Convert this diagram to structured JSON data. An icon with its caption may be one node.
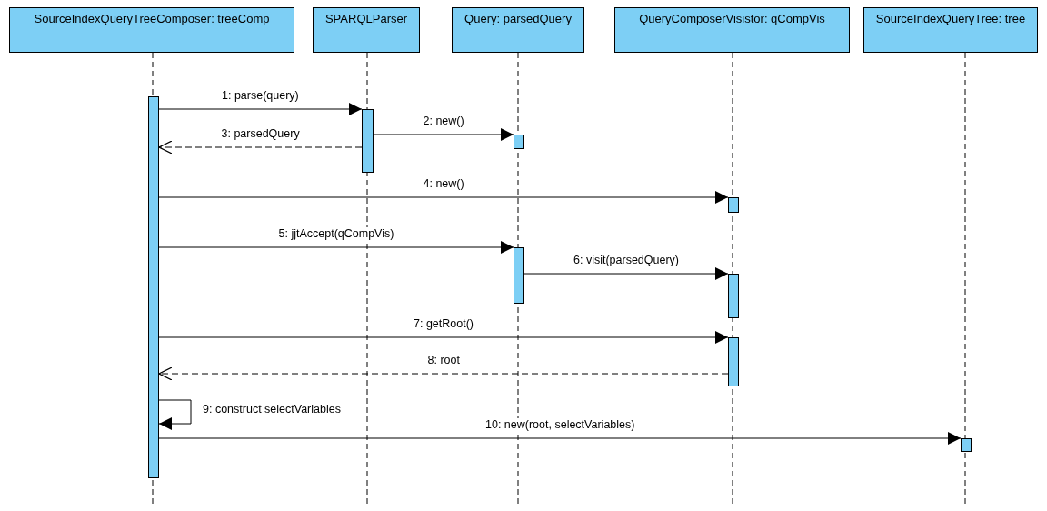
{
  "diagram": {
    "nodes": [
      {
        "text": [
          "SourceIndexQueryTreeComposer: treeComp"
        ]
      },
      {
        "text": [
          "SPARQLParser"
        ]
      },
      {
        "text": [
          "Query: parsedQuery"
        ]
      },
      {
        "text": [
          "QueryComposerVisistor: qCompVis"
        ]
      },
      {
        "text": [
          "SourceIndexQueryTree: tree"
        ]
      },
      {
        "text": [],
        "shape": "bar"
      },
      {
        "text": [],
        "shape": "bar"
      },
      {
        "text": [],
        "shape": "bar"
      },
      {
        "text": [],
        "shape": "bar"
      },
      {
        "text": [],
        "shape": "bar"
      },
      {
        "text": [],
        "shape": "bar"
      },
      {
        "text": [],
        "shape": "bar"
      },
      {
        "text": [],
        "shape": "bar"
      }
    ],
    "edges": [
      {
        "from": 5,
        "to": 6,
        "arrow": "to",
        "label": "1: parse(query)"
      },
      {
        "from": 6,
        "to": 7,
        "arrow": "to",
        "label": "2: new()"
      },
      {
        "from": 6,
        "to": 5,
        "arrow": "to",
        "label": "3: parsedQuery",
        "style": "dashed"
      },
      {
        "from": 5,
        "to": 8,
        "arrow": "to",
        "label": "4: new()"
      },
      {
        "from": 5,
        "to": 9,
        "arrow": "to",
        "label": "5: jjtAccept(qCompVis)"
      },
      {
        "from": 9,
        "to": 10,
        "arrow": "to",
        "label": "6: visit(parsedQuery)"
      },
      {
        "from": 5,
        "to": 11,
        "arrow": "to",
        "label": "7: getRoot()"
      },
      {
        "from": 11,
        "to": 5,
        "arrow": "to",
        "label": "8: root",
        "style": "dashed"
      },
      {
        "from": 5,
        "to": 5,
        "arrow": "to",
        "label": "9: construct selectVariables"
      },
      {
        "from": 5,
        "to": 12,
        "arrow": "to",
        "label": "10: new(root, selectVariables)"
      }
    ]
  }
}
